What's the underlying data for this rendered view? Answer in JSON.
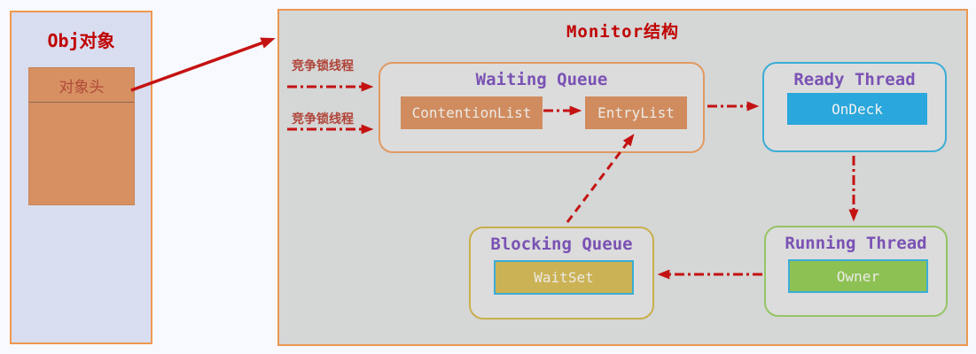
{
  "obj_box": {
    "title": "Obj对象",
    "header_label": "对象头"
  },
  "monitor": {
    "title": "Monitor结构",
    "arrow_labels": [
      "竞争锁线程",
      "竞争锁线程"
    ],
    "waiting_queue": {
      "title": "Waiting Queue",
      "items": [
        "ContentionList",
        "EntryList"
      ]
    },
    "ready_thread": {
      "title": "Ready Thread",
      "item": "OnDeck"
    },
    "running_thread": {
      "title": "Running Thread",
      "item": "Owner"
    },
    "blocking_queue": {
      "title": "Blocking Queue",
      "item": "WaitSet"
    }
  },
  "colors": {
    "page_bg": "#f8f9fe",
    "obj_box_bg": "#d8ddef",
    "obj_box_border": "#f0984f",
    "obj_header_bg": "#d79062",
    "monitor_bg": "#d5d6d6",
    "monitor_border": "#ec9851",
    "group_bg": "#dcdcdc",
    "waiting_queue_border": "#e09a62",
    "ready_thread_border": "#3badd6",
    "running_thread_border": "#95c563",
    "blocking_queue_border": "#c9af4d",
    "orange_item": "#d08c5e",
    "blue_item": "#2aa7dc",
    "green_item": "#8dc153",
    "gold_item": "#cbb254",
    "title_red": "#c00000",
    "title_purple": "#7a52b4",
    "arrow_red": "#c41212"
  }
}
